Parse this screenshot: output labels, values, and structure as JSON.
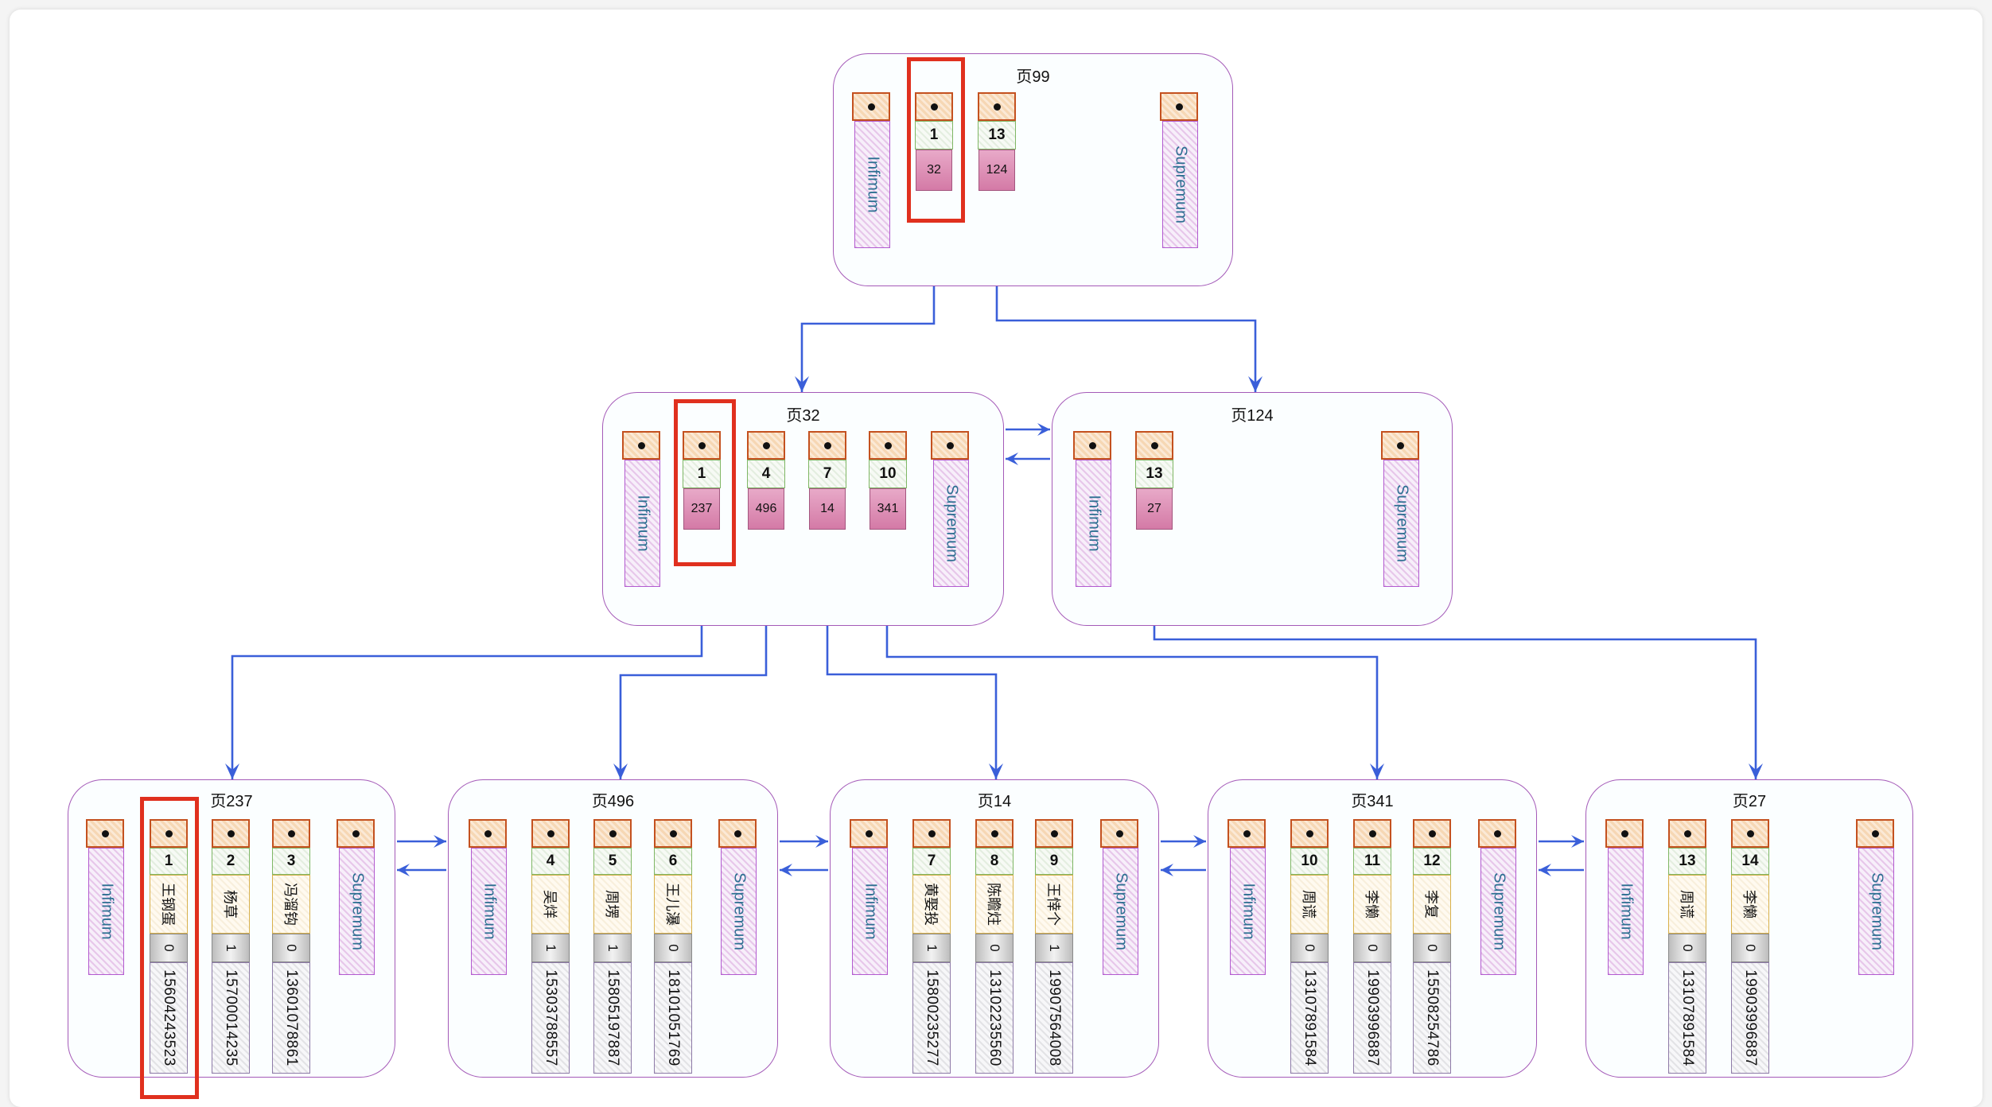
{
  "diagram": {
    "title": "InnoDB B+ tree index pages",
    "labels": {
      "infimum": "Infimum",
      "supremum": "Supremum",
      "page_prefix": "页"
    },
    "colors": {
      "pointer_arrow": "#111111",
      "child_link": "#3a5fd9",
      "highlight": "#e0301e",
      "page_border": "#a45ab8"
    },
    "root": {
      "title": "页99",
      "records": [
        {
          "key": "1",
          "child_page": "32",
          "highlighted": true
        },
        {
          "key": "13",
          "child_page": "124",
          "highlighted": false
        }
      ]
    },
    "internal": [
      {
        "title": "页32",
        "records": [
          {
            "key": "1",
            "child_page": "237",
            "highlighted": true
          },
          {
            "key": "4",
            "child_page": "496",
            "highlighted": false
          },
          {
            "key": "7",
            "child_page": "14",
            "highlighted": false
          },
          {
            "key": "10",
            "child_page": "341",
            "highlighted": false
          }
        ]
      },
      {
        "title": "页124",
        "records": [
          {
            "key": "13",
            "child_page": "27",
            "highlighted": false
          }
        ]
      }
    ],
    "leaves": [
      {
        "title": "页237",
        "records": [
          {
            "key": "1",
            "name": "王钢蛋",
            "flag": "0",
            "phone": "15604243523",
            "highlighted": true
          },
          {
            "key": "2",
            "name": "杨草",
            "flag": "1",
            "phone": "15700014235",
            "highlighted": false
          },
          {
            "key": "3",
            "name": "冯溜钩",
            "flag": "0",
            "phone": "13601078861",
            "highlighted": false
          }
        ]
      },
      {
        "title": "页496",
        "records": [
          {
            "key": "4",
            "name": "吴烊",
            "flag": "1",
            "phone": "15303788557",
            "highlighted": false
          },
          {
            "key": "5",
            "name": "周塄",
            "flag": "1",
            "phone": "15805197887",
            "highlighted": false
          },
          {
            "key": "6",
            "name": "王儿瀑",
            "flag": "0",
            "phone": "18101051769",
            "highlighted": false
          }
        ]
      },
      {
        "title": "页14",
        "records": [
          {
            "key": "7",
            "name": "黄娶投",
            "flag": "1",
            "phone": "15800235277",
            "highlighted": false
          },
          {
            "key": "8",
            "name": "陈瞻炷",
            "flag": "0",
            "phone": "13102235560",
            "highlighted": false
          },
          {
            "key": "9",
            "name": "王悻个",
            "flag": "1",
            "phone": "19907564008",
            "highlighted": false
          }
        ]
      },
      {
        "title": "页341",
        "records": [
          {
            "key": "10",
            "name": "周谎",
            "flag": "0",
            "phone": "13107891584",
            "highlighted": false
          },
          {
            "key": "11",
            "name": "李懒",
            "flag": "0",
            "phone": "19903996887",
            "highlighted": false
          },
          {
            "key": "12",
            "name": "李复",
            "flag": "0",
            "phone": "15508254786",
            "highlighted": false
          }
        ]
      },
      {
        "title": "页27",
        "records": [
          {
            "key": "13",
            "name": "周谎",
            "flag": "0",
            "phone": "13107891584",
            "highlighted": false
          },
          {
            "key": "14",
            "name": "李懒",
            "flag": "0",
            "phone": "19903996887",
            "highlighted": false
          }
        ]
      }
    ]
  }
}
